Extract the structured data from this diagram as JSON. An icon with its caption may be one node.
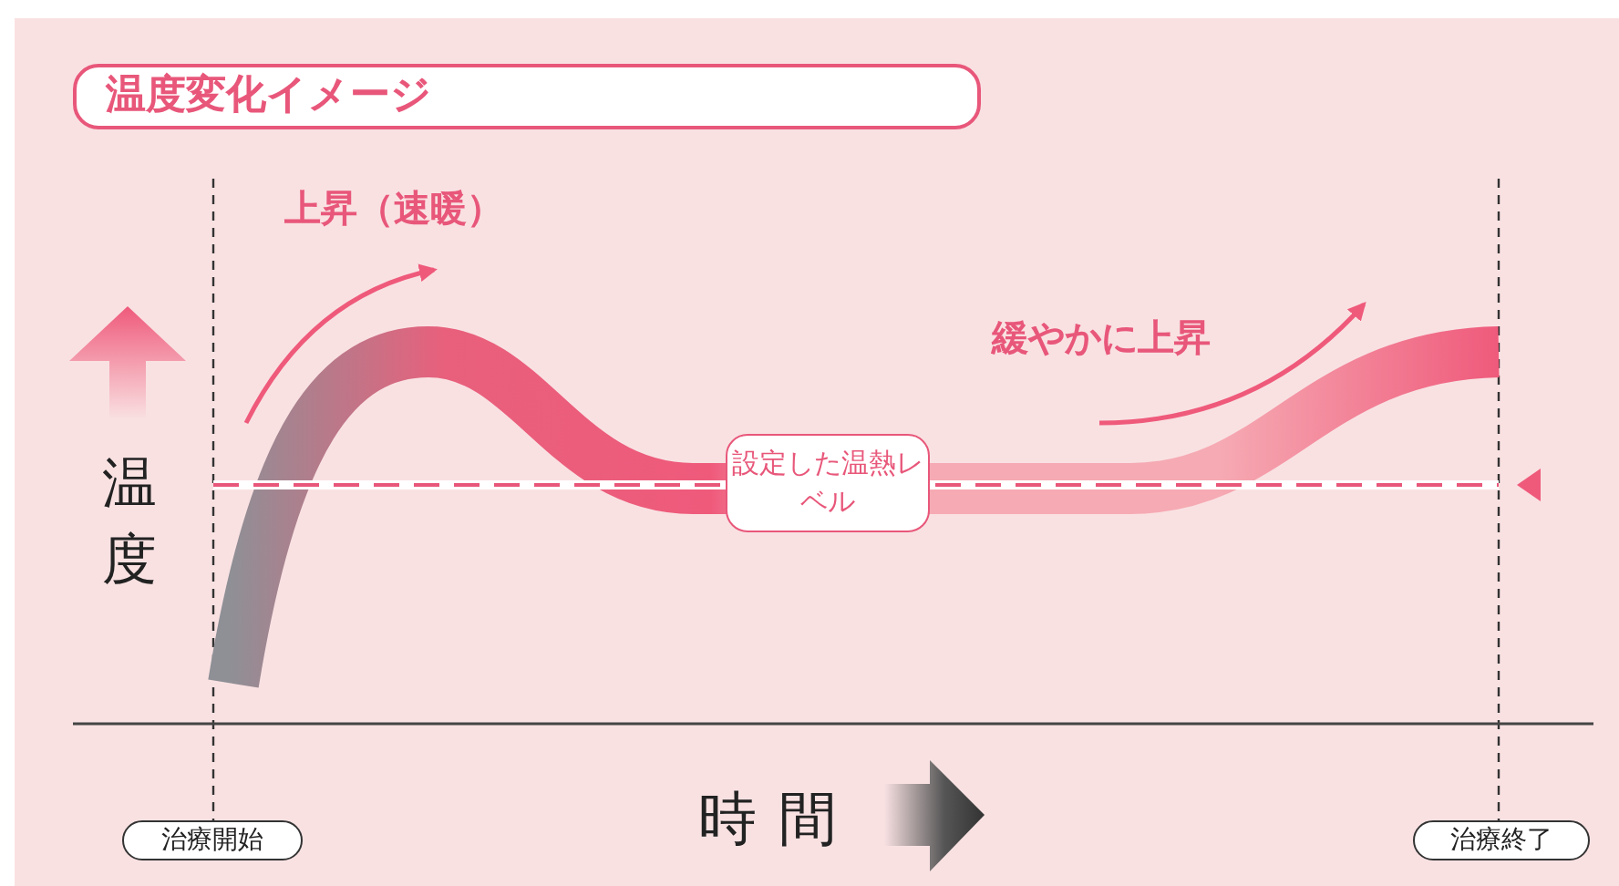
{
  "diagram": {
    "title": "温度変化イメージ",
    "nodes": [
      {
        "text": [
          "設定した温熱レベル"
        ]
      },
      {
        "text": [
          "治療開始"
        ]
      },
      {
        "text": [
          "治療終了"
        ]
      }
    ],
    "labels": [
      "上昇（速暖）",
      "緩やかに上昇",
      "温度",
      "時間"
    ]
  }
}
